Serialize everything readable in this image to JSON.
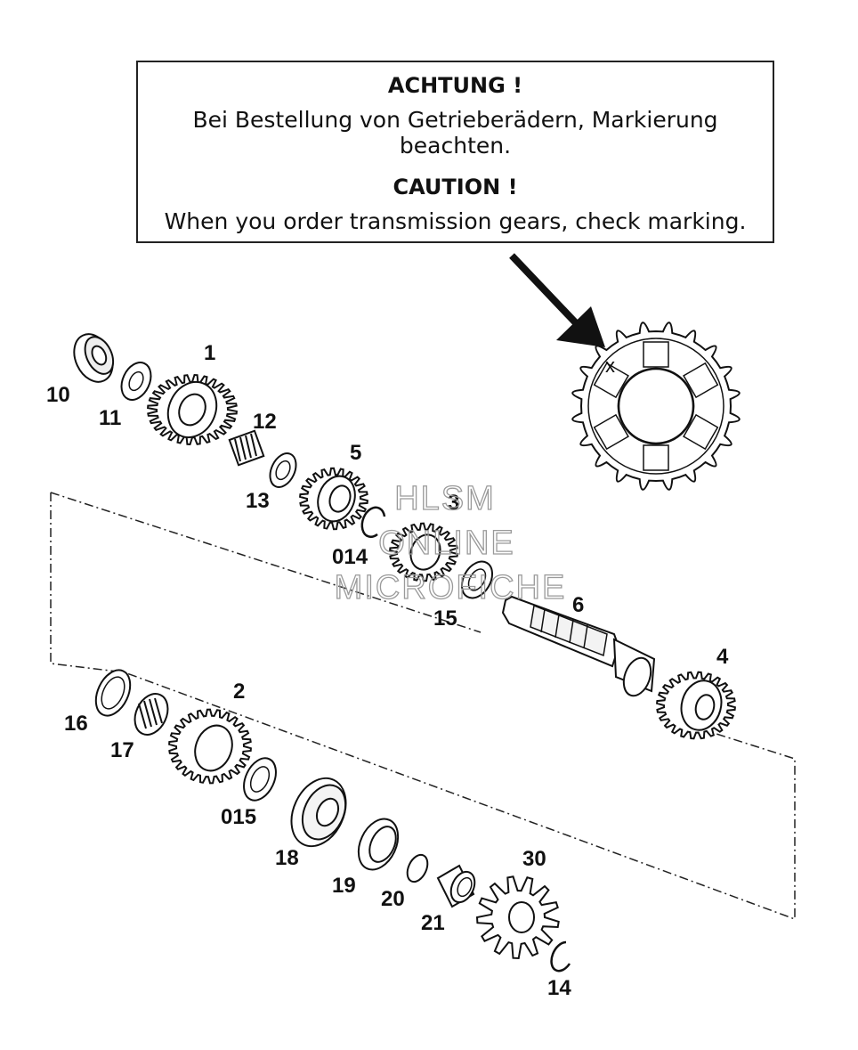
{
  "notice": {
    "de_heading": "ACHTUNG !",
    "de_text": "Bei Bestellung von Getrieberädern, Markierung beachten.",
    "en_heading": "CAUTION !",
    "en_text": "When you order transmission gears, check marking."
  },
  "marking_symbol": "x",
  "part_labels": {
    "p1": "1",
    "p2": "2",
    "p3": "3",
    "p4": "4",
    "p5": "5",
    "p6": "6",
    "p10": "10",
    "p11": "11",
    "p12": "12",
    "p13": "13",
    "p14": "14",
    "p014": "014",
    "p015": "015",
    "p15": "15",
    "p16": "16",
    "p17": "17",
    "p18": "18",
    "p19": "19",
    "p20": "20",
    "p21": "21",
    "p30": "30"
  },
  "watermark": {
    "line1": "HLSM",
    "line2": "ONLINE",
    "line3": "MICROFICHE"
  }
}
